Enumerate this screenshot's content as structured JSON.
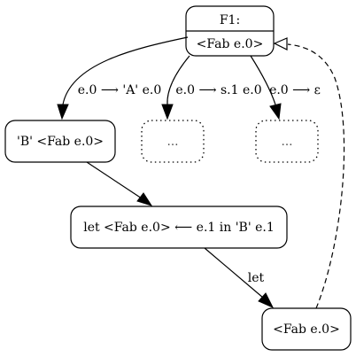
{
  "nodes": {
    "f1_title": "F1:",
    "f1_body": "<Fab e.0>",
    "b_fab": "'B' <Fab e.0>",
    "dots1": "…",
    "dots2": "…",
    "let_node": "let <Fab e.0> ⟵ e.1 in 'B' e.1",
    "fab_call": "<Fab e.0>"
  },
  "edges": {
    "branch1": "e.0 ⟶ 'A' e.0",
    "branch2": "e.0 ⟶ s.1 e.0",
    "branch3": "e.0 ⟶ ε",
    "let_edge": "let"
  }
}
